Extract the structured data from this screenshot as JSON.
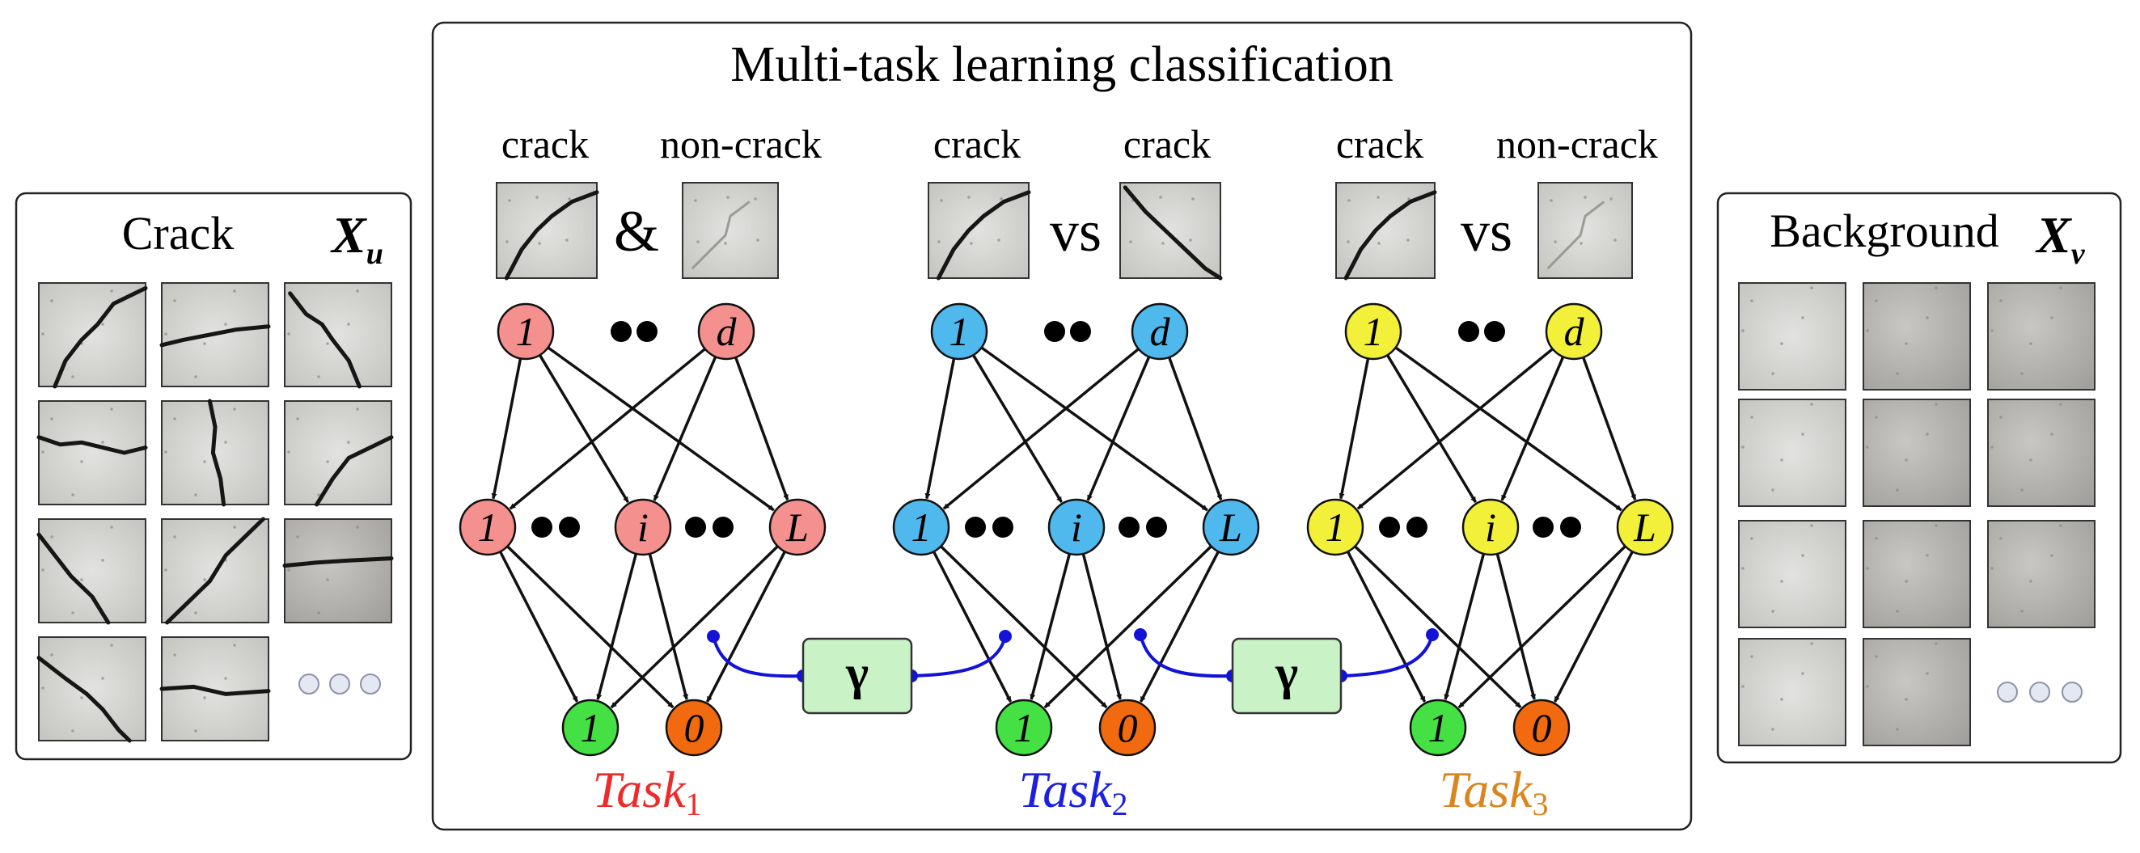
{
  "title": "Multi-task learning classification",
  "crack_panel": {
    "label": "Crack",
    "symbol": "X",
    "subscript": "u"
  },
  "background_panel": {
    "label": "Background",
    "symbol": "X",
    "subscript": "v"
  },
  "node_labels": {
    "input_first": "1",
    "input_last": "d",
    "hidden_first": "1",
    "hidden_mid": "i",
    "hidden_last": "L",
    "out_pos": "1",
    "out_neg": "0"
  },
  "tasks": [
    {
      "left_label": "crack",
      "connector": "&",
      "right_label": "non-crack",
      "name": "Task",
      "index": "1",
      "name_color": "#ee2b2b",
      "node_color": "#f4918f"
    },
    {
      "left_label": "crack",
      "connector": "vs",
      "right_label": "crack",
      "name": "Task",
      "index": "2",
      "name_color": "#1e20e0",
      "node_color": "#4fb8ec"
    },
    {
      "left_label": "crack",
      "connector": "vs",
      "right_label": "non-crack",
      "name": "Task",
      "index": "3",
      "name_color": "#d9861e",
      "node_color": "#f3f03a"
    }
  ],
  "coupling": [
    {
      "symbol": "γ"
    },
    {
      "symbol": "γ"
    }
  ],
  "colors": {
    "output_positive": "#44e044",
    "output_negative": "#f26a10",
    "coupling_box": "#c9f3c6",
    "coupling_line": "#1313d8"
  }
}
